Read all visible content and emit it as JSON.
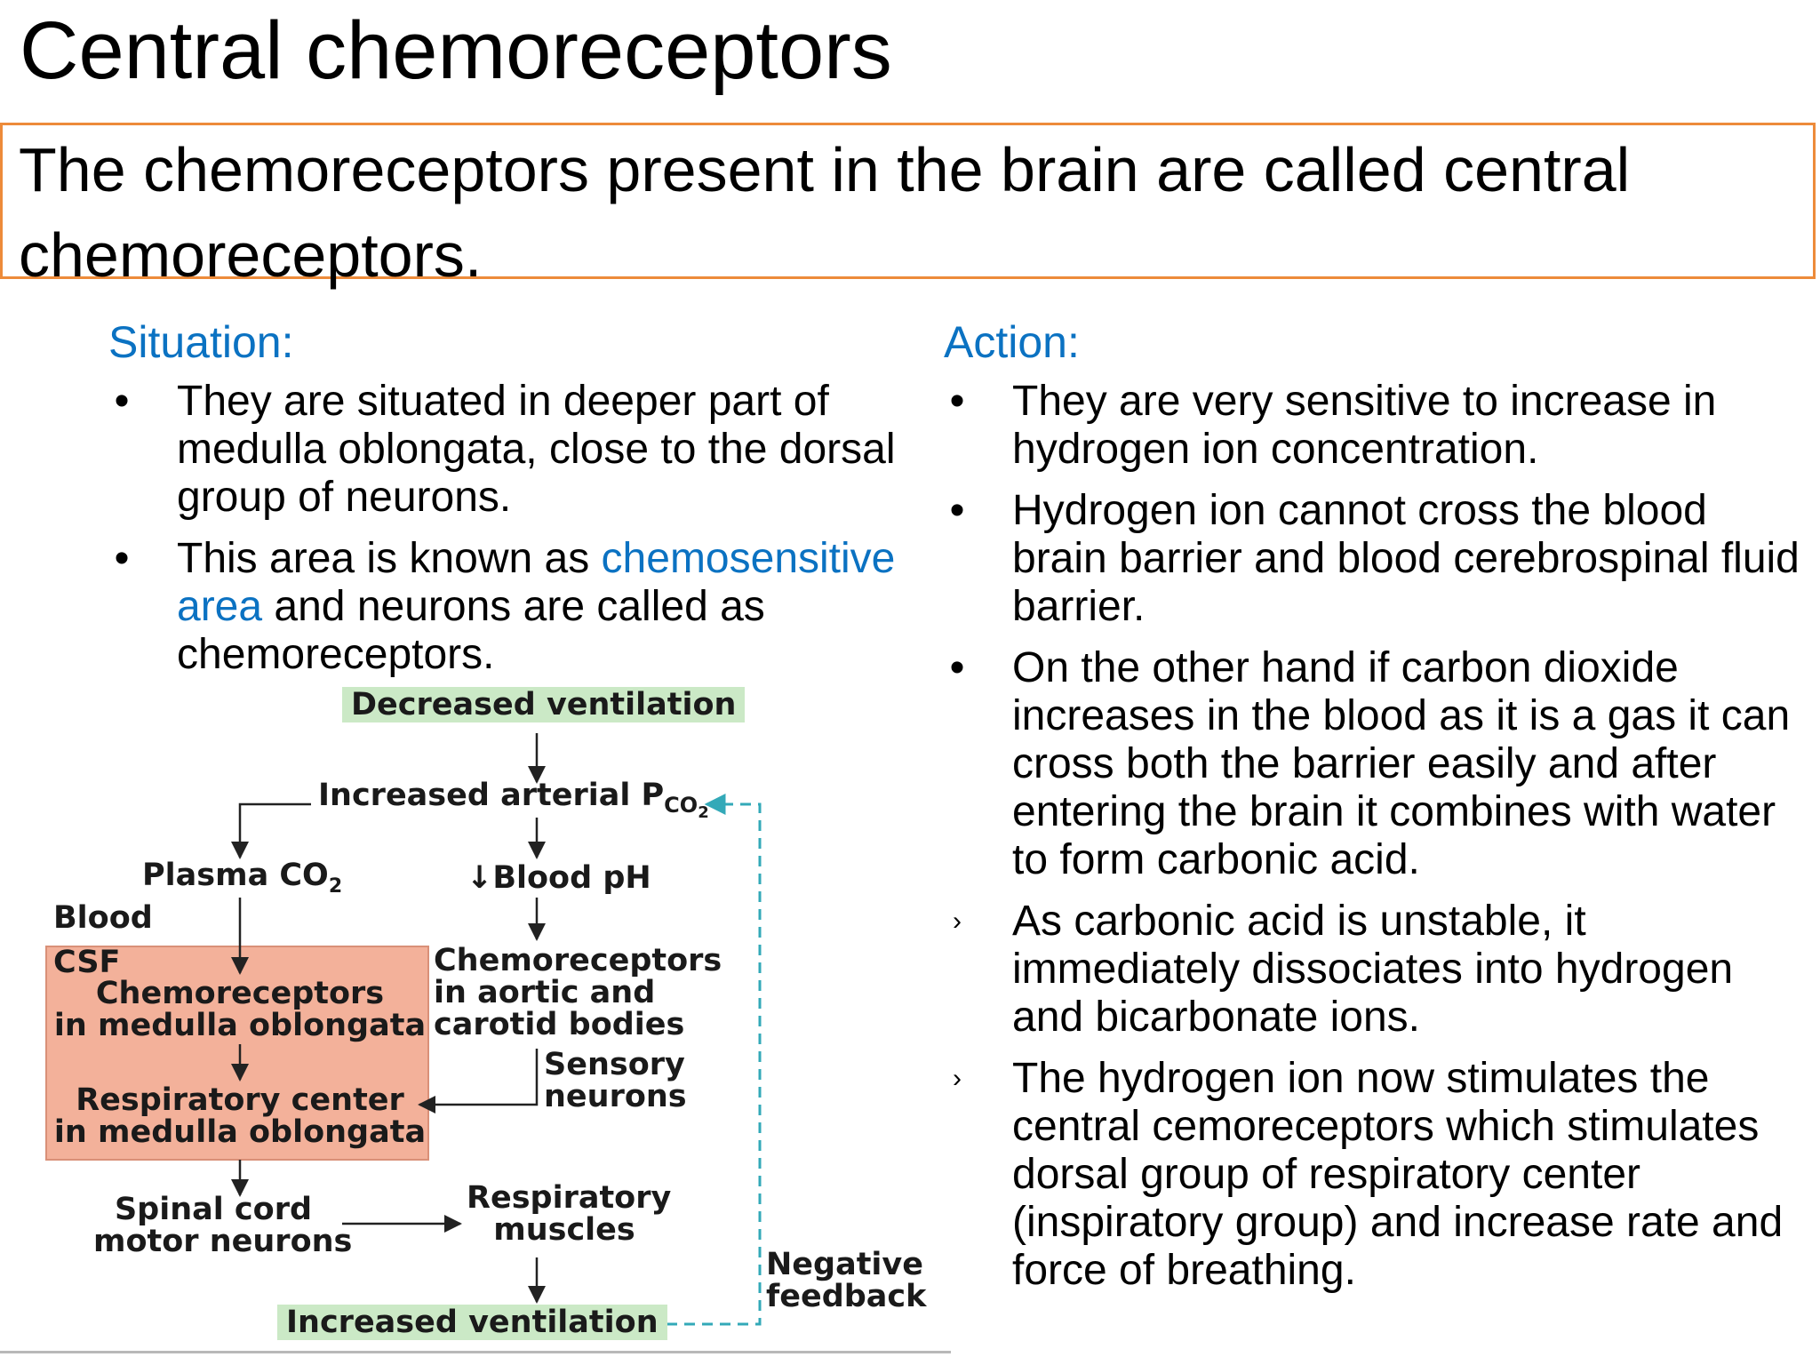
{
  "title": "Central chemoreceptors",
  "definition": "The chemoreceptors present in the brain are called central chemoreceptors.",
  "situation": {
    "heading": "Situation:",
    "bullet1": "They are situated in deeper part of medulla oblongata, close to the dorsal group of neurons.",
    "bullet2_pre": "This area is known as ",
    "bullet2_highlight": "chemosensitive area",
    "bullet2_post": " and neurons are called as chemoreceptors."
  },
  "action": {
    "heading": "Action:",
    "bullets": [
      "They are very sensitive to increase in hydrogen ion concentration.",
      "Hydrogen ion cannot cross the blood brain barrier and blood cerebrospinal fluid barrier.",
      "On the other hand if carbon dioxide increases in the blood as it is a gas it can cross both the barrier easily and after entering the brain it combines with water to form carbonic acid.",
      "As carbonic acid is unstable, it immediately dissociates into hydrogen and bicarbonate ions.",
      "The hydrogen ion now stimulates the central cemoreceptors which stimulates dorsal group of respiratory center (inspiratory group) and increase rate and force of breathing."
    ]
  },
  "diagram": {
    "decreased_ventilation": "Decreased ventilation",
    "increased_arterial": "Increased arterial P",
    "pco2_sub": "CO",
    "pco2_sub2": "2",
    "plasma": "Plasma CO",
    "plasma_sub": "2",
    "blood_ph": "↓Blood pH",
    "blood": "Blood",
    "csf": "CSF",
    "chemo_medulla_1": "Chemoreceptors",
    "chemo_medulla_2": "in medulla oblongata",
    "chemo_aortic_1": "Chemoreceptors",
    "chemo_aortic_2": "in aortic and",
    "chemo_aortic_3": "carotid bodies",
    "sensory_1": "Sensory",
    "sensory_2": "neurons",
    "resp_center_1": "Respiratory center",
    "resp_center_2": "in medulla oblongata",
    "spinal_1": "Spinal cord",
    "spinal_2": "motor neurons",
    "resp_muscles_1": "Respiratory",
    "resp_muscles_2": "muscles",
    "negative_1": "Negative",
    "negative_2": "feedback",
    "increased_ventilation": "Increased ventilation"
  },
  "colors": {
    "heading_blue": "#0b72c2",
    "box_border": "#ed8b3a",
    "csf_fill": "#f3b19a",
    "label_green": "#cbe9c6",
    "feedback_dashed": "#33a9b8"
  }
}
